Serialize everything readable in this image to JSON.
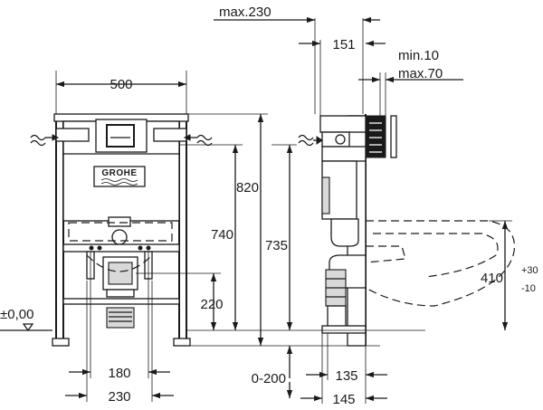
{
  "brand": {
    "logo_text": "GROHE"
  },
  "dimensions": {
    "top_max": "max.230",
    "depth_151": "151",
    "min_clear": "min.10",
    "max_clear": "max.70",
    "frame_width": "500",
    "frame_height": "820",
    "height_740": "740",
    "height_735": "735",
    "height_220": "220",
    "floor_level": "±0,00",
    "fix_180": "180",
    "fix_230": "230",
    "floor_adjust": "0-200",
    "depth_135": "135",
    "depth_145": "145",
    "bowl_height": "410",
    "bowl_tol_plus": "+30",
    "bowl_tol_minus": "-10"
  }
}
